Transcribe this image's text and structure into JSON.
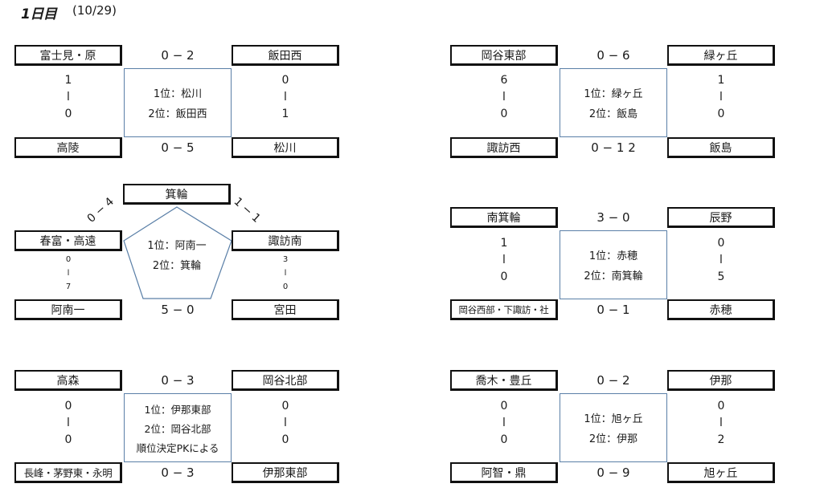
{
  "header": {
    "title": "1日目",
    "date": "(10/29)"
  },
  "groups": [
    {
      "top_left": "富士見・原",
      "top_score": "0 − 2",
      "top_right": "飯田西",
      "left_col": [
        "1",
        "l",
        "0"
      ],
      "right_col": [
        "0",
        "l",
        "1"
      ],
      "rank": [
        "1位：松川",
        "2位：飯田西"
      ],
      "bottom_left": "高陵",
      "bottom_score": "0 − 5",
      "bottom_right": "松川"
    },
    {
      "top_left": "岡谷東部",
      "top_score": "0 − 6",
      "top_right": "緑ヶ丘",
      "left_col": [
        "6",
        "l",
        "0"
      ],
      "right_col": [
        "1",
        "l",
        "0"
      ],
      "rank": [
        "1位：緑ヶ丘",
        "2位：飯島"
      ],
      "bottom_left": "諏訪西",
      "bottom_score": "0 − 1 2",
      "bottom_right": "飯島"
    },
    {
      "top": "箕輪",
      "left": "春富・高遠",
      "right": "諏訪南",
      "bottom_left": "阿南一",
      "bottom_right": "宮田",
      "bottom_score": "5 − 0",
      "diag_left": "0 − 4",
      "diag_right": "1 − 1",
      "left_col": [
        "0",
        "l",
        "7"
      ],
      "right_col": [
        "3",
        "l",
        "0"
      ],
      "rank": [
        "1位：阿南一",
        "2位：箕輪"
      ]
    },
    {
      "top_left": "南箕輪",
      "top_score": "3 − 0",
      "top_right": "辰野",
      "left_col": [
        "1",
        "l",
        "0"
      ],
      "right_col": [
        "0",
        "l",
        "5"
      ],
      "rank": [
        "1位：赤穂",
        "2位：南箕輪"
      ],
      "bottom_left": "岡谷西部・下諏訪・社",
      "bottom_score": "0 − 1",
      "bottom_right": "赤穂"
    },
    {
      "top_left": "高森",
      "top_score": "0 − 3",
      "top_right": "岡谷北部",
      "left_col": [
        "0",
        "l",
        "0"
      ],
      "right_col": [
        "0",
        "l",
        "0"
      ],
      "rank": [
        "1位：伊那東部",
        "2位：岡谷北部",
        "順位決定PKによる"
      ],
      "bottom_left": "長峰・茅野東・永明",
      "bottom_score": "0 − 3",
      "bottom_right": "伊那東部"
    },
    {
      "top_left": "喬木・豊丘",
      "top_score": "0 − 2",
      "top_right": "伊那",
      "left_col": [
        "0",
        "l",
        "0"
      ],
      "right_col": [
        "0",
        "l",
        "2"
      ],
      "rank": [
        "1位：旭ヶ丘",
        "2位：伊那"
      ],
      "bottom_left": "阿智・鼎",
      "bottom_score": "0 − 9",
      "bottom_right": "旭ヶ丘"
    }
  ]
}
